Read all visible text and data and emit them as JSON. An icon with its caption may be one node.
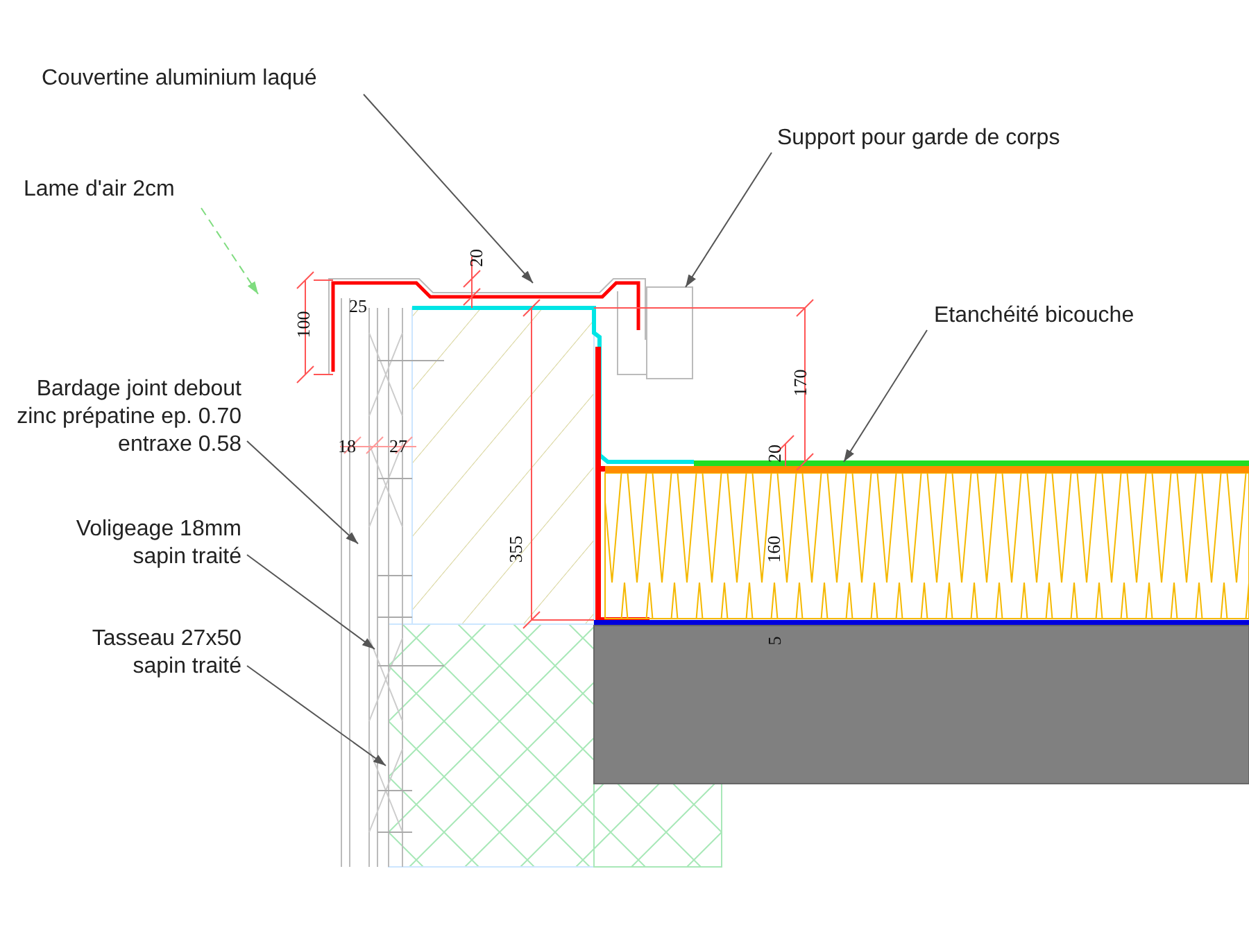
{
  "diagram": {
    "nodes": [
      {
        "text": [
          "Couvertine aluminium laqué"
        ]
      },
      {
        "text": [
          "Support pour garde de corps"
        ]
      },
      {
        "text": [
          "Lame d'air 2cm"
        ]
      },
      {
        "text": [
          "Bardage joint debout zinc prépatine ep. 0.70 entraxe 0.58"
        ]
      },
      {
        "text": [
          "Voligeage 18mm sapin traité"
        ]
      },
      {
        "text": [
          "Tasseau 27x50 sapin traité"
        ]
      },
      {
        "text": [
          "Etanchéité bicouche"
        ]
      }
    ],
    "edges": [
      {
        "from": 0,
        "to": null,
        "arrow": "to"
      },
      {
        "from": 1,
        "to": null,
        "arrow": "to"
      },
      {
        "from": 2,
        "to": null,
        "arrow": "to",
        "style": "dashed",
        "color": "#7fdc7f"
      },
      {
        "from": 3,
        "to": null,
        "arrow": "to"
      },
      {
        "from": 4,
        "to": null,
        "arrow": "to"
      },
      {
        "from": 5,
        "to": null,
        "arrow": "to"
      },
      {
        "from": 6,
        "to": null,
        "arrow": "to"
      }
    ],
    "labels": [
      "20",
      "100",
      "25",
      "170",
      "18",
      "27",
      "355",
      "20",
      "160",
      "5"
    ]
  }
}
